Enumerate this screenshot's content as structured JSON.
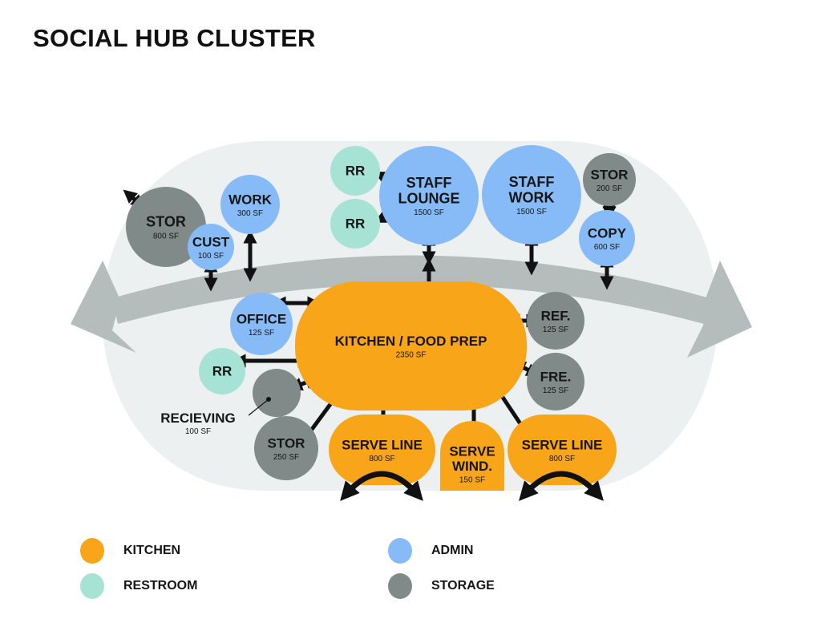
{
  "title": "SOCIAL HUB CLUSTER",
  "colors": {
    "kitchen": "#F9A51A",
    "admin": "#87BBF7",
    "restroom": "#A6E3D5",
    "storage": "#7F8A89",
    "background_zone": "#ECF0F0",
    "circulation": "#B4BDBC",
    "connector": "#111111"
  },
  "spaces": [
    {
      "id": "stor-800",
      "label": [
        "STOR"
      ],
      "area": "800 SF",
      "category": "storage"
    },
    {
      "id": "work",
      "label": [
        "WORK"
      ],
      "area": "300 SF",
      "category": "admin"
    },
    {
      "id": "cust",
      "label": [
        "CUST"
      ],
      "area": "100 SF",
      "category": "admin"
    },
    {
      "id": "rr-top-1",
      "label": [
        "RR"
      ],
      "area": "",
      "category": "restroom"
    },
    {
      "id": "rr-top-2",
      "label": [
        "RR"
      ],
      "area": "",
      "category": "restroom"
    },
    {
      "id": "staff-lounge",
      "label": [
        "STAFF",
        "LOUNGE"
      ],
      "area": "1500 SF",
      "category": "admin"
    },
    {
      "id": "staff-work",
      "label": [
        "STAFF",
        "WORK"
      ],
      "area": "1500 SF",
      "category": "admin"
    },
    {
      "id": "stor-200",
      "label": [
        "STOR"
      ],
      "area": "200 SF",
      "category": "storage"
    },
    {
      "id": "copy",
      "label": [
        "COPY"
      ],
      "area": "600 SF",
      "category": "admin"
    },
    {
      "id": "office",
      "label": [
        "OFFICE"
      ],
      "area": "125 SF",
      "category": "admin"
    },
    {
      "id": "kitchen",
      "label": [
        "KITCHEN / FOOD PREP"
      ],
      "area": "2350 SF",
      "category": "kitchen"
    },
    {
      "id": "ref",
      "label": [
        "REF."
      ],
      "area": "125 SF",
      "category": "storage"
    },
    {
      "id": "fre",
      "label": [
        "FRE."
      ],
      "area": "125 SF",
      "category": "storage"
    },
    {
      "id": "rr-left",
      "label": [
        "RR"
      ],
      "area": "",
      "category": "restroom"
    },
    {
      "id": "receiving",
      "label": [
        "RECIEVING"
      ],
      "area": "100 SF",
      "category": "storage"
    },
    {
      "id": "stor-250",
      "label": [
        "STOR"
      ],
      "area": "250 SF",
      "category": "storage"
    },
    {
      "id": "serve-line-1",
      "label": [
        "SERVE LINE"
      ],
      "area": "800 SF",
      "category": "kitchen"
    },
    {
      "id": "serve-wind",
      "label": [
        "SERVE",
        "WIND."
      ],
      "area": "150 SF",
      "category": "kitchen"
    },
    {
      "id": "serve-line-2",
      "label": [
        "SERVE LINE"
      ],
      "area": "800 SF",
      "category": "kitchen"
    }
  ],
  "legend": [
    {
      "label": "KITCHEN",
      "category": "kitchen"
    },
    {
      "label": "RESTROOM",
      "category": "restroom"
    },
    {
      "label": "ADMIN",
      "category": "admin"
    },
    {
      "label": "STORAGE",
      "category": "storage"
    }
  ]
}
